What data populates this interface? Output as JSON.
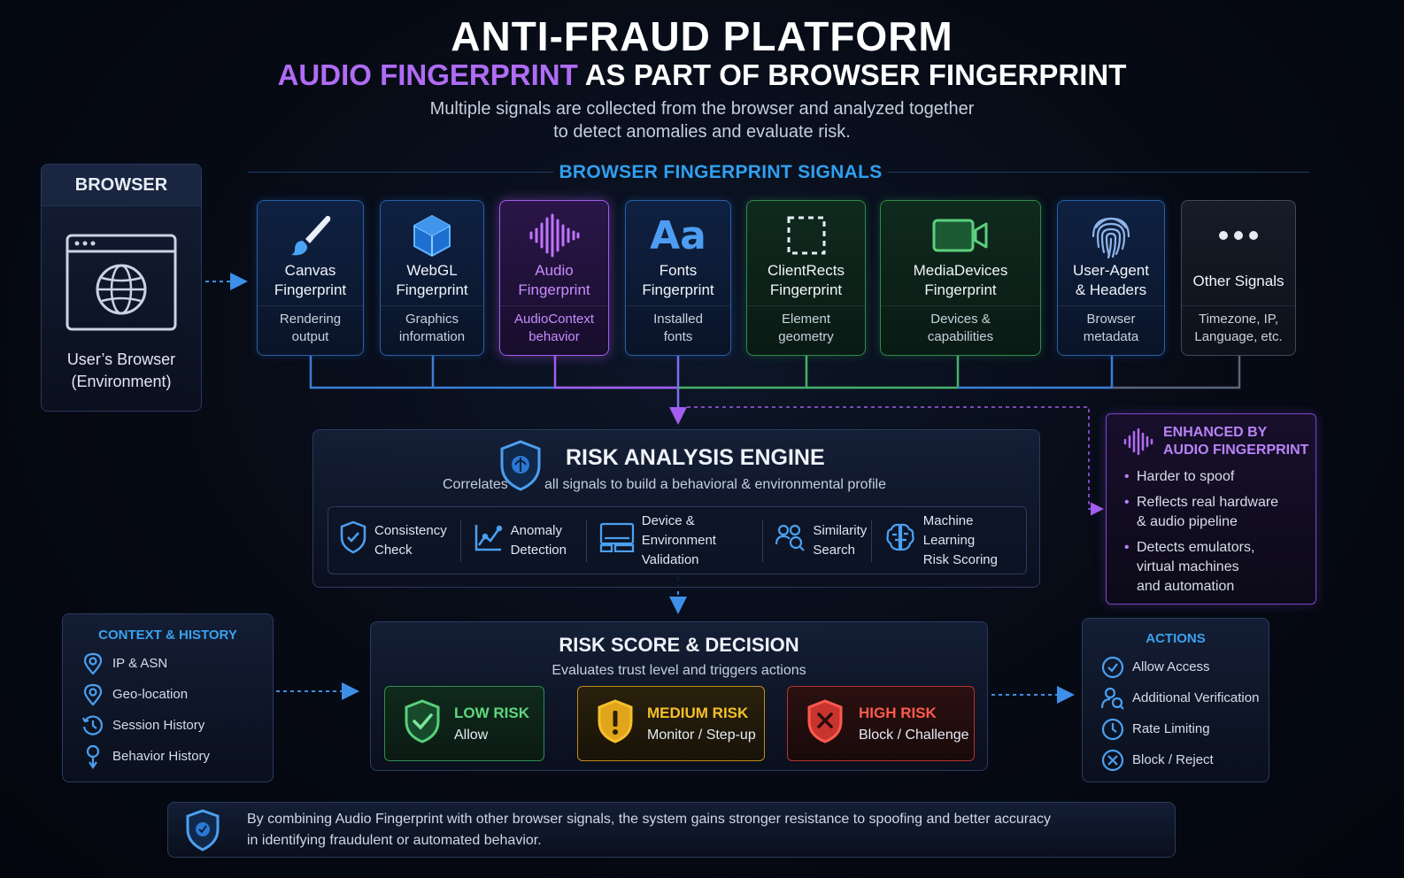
{
  "header": {
    "title": "ANTI-FRAUD PLATFORM",
    "subtitle_accent": "AUDIO FINGERPRINT",
    "subtitle_rest": " AS PART OF BROWSER FINGERPRINT",
    "desc_line1": "Multiple signals are collected from the browser and analyzed together",
    "desc_line2": "to detect anomalies and evaluate risk."
  },
  "browser": {
    "title": "BROWSER",
    "label_line1": "User’s Browser",
    "label_line2": "(Environment)"
  },
  "signals": {
    "section_title": "BROWSER FINGERPRINT SIGNALS",
    "cards": [
      {
        "name1": "Canvas",
        "name2": "Fingerprint",
        "sub1": "Rendering",
        "sub2": "output",
        "icon": "brush-icon"
      },
      {
        "name1": "WebGL",
        "name2": "Fingerprint",
        "sub1": "Graphics",
        "sub2": "information",
        "icon": "cube-icon"
      },
      {
        "name1": "Audio",
        "name2": "Fingerprint",
        "sub1": "AudioContext",
        "sub2": "behavior",
        "icon": "audio-wave-icon"
      },
      {
        "name1": "Fonts",
        "name2": "Fingerprint",
        "sub1": "Installed",
        "sub2": "fonts",
        "icon": "font-icon",
        "icon_text": "Aa"
      },
      {
        "name1": "ClientRects",
        "name2": "Fingerprint",
        "sub1": "Element",
        "sub2": "geometry",
        "icon": "dashed-square-icon"
      },
      {
        "name1": "MediaDevices",
        "name2": "Fingerprint",
        "sub1": "Devices &",
        "sub2": "capabilities",
        "icon": "camera-icon"
      },
      {
        "name1": "User-Agent",
        "name2": "& Headers",
        "sub1": "Browser",
        "sub2": "metadata",
        "icon": "fingerprint-icon"
      },
      {
        "name1": "Other Signals",
        "name2": "",
        "sub1": "Timezone, IP,",
        "sub2": "Language, etc.",
        "icon": "more-dots-icon"
      }
    ]
  },
  "engine": {
    "title": "RISK ANALYSIS ENGINE",
    "desc_left": "Correlates",
    "desc_right": "all signals to build a behavioral & environmental profile",
    "features": [
      {
        "line1": "Consistency",
        "line2": "Check"
      },
      {
        "line1": "Anomaly",
        "line2": "Detection"
      },
      {
        "line1": "Device & Environment",
        "line2": "Validation"
      },
      {
        "line1": "Similarity",
        "line2": "Search"
      },
      {
        "line1": "Machine Learning",
        "line2": "Risk Scoring"
      }
    ]
  },
  "enhanced": {
    "title_line1": "ENHANCED BY",
    "title_line2": "AUDIO FINGERPRINT",
    "items": [
      {
        "l1": "Harder to spoof",
        "l2": "",
        "l3": ""
      },
      {
        "l1": "Reflects real hardware",
        "l2": "& audio pipeline",
        "l3": ""
      },
      {
        "l1": "Detects emulators,",
        "l2": "virtual machines",
        "l3": "and automation"
      }
    ]
  },
  "context": {
    "title": "CONTEXT & HISTORY",
    "items": [
      "IP & ASN",
      "Geo-location",
      "Session History",
      "Behavior History"
    ]
  },
  "decision": {
    "title": "RISK SCORE & DECISION",
    "desc": "Evaluates trust level and triggers actions",
    "low": {
      "label": "LOW RISK",
      "action": "Allow"
    },
    "medium": {
      "label": "MEDIUM RISK",
      "action": "Monitor / Step-up"
    },
    "high": {
      "label": "HIGH RISK",
      "action": "Block / Challenge"
    }
  },
  "actions": {
    "title": "ACTIONS",
    "items": [
      "Allow Access",
      "Additional Verification",
      "Rate Limiting",
      "Block / Reject"
    ]
  },
  "footer": {
    "line1": "By combining Audio Fingerprint with other browser signals, the system gains stronger resistance to spoofing and better accuracy",
    "line2": "in identifying fraudulent or automated behavior."
  },
  "colors": {
    "accent_blue": "#2fa0f0",
    "accent_purple": "#b06cf5",
    "accent_green": "#4fc56f",
    "low_risk": "#5fd87e",
    "medium_risk": "#f5c02b",
    "high_risk": "#ff5a4d"
  }
}
